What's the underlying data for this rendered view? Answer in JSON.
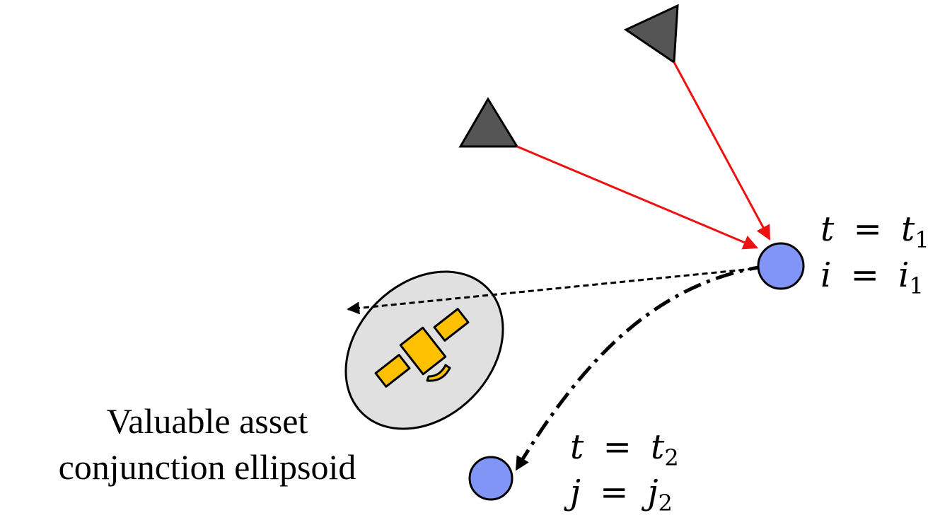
{
  "asset_label": {
    "line1": "Valuable asset",
    "line2": "conjunction ellipsoid"
  },
  "node_1": {
    "t_var": "t",
    "t_sub": "1",
    "i_var": "i",
    "i_sub": "1",
    "t_base": "t",
    "i_base": "i",
    "equals": "="
  },
  "node_2": {
    "t_var": "t",
    "t_sub": "2",
    "j_var": "j",
    "j_sub": "2",
    "t_base": "t",
    "j_base": "j",
    "equals": "="
  },
  "colors": {
    "sensor_fill": "#555555",
    "observation_line": "#ee1111",
    "node_fill": "#8095f5",
    "ellipse_fill": "#e0e0e0",
    "satellite_fill": "#ffc000",
    "trajectory": "#000000"
  },
  "icons": [
    "sensor-triangle-icon",
    "satellite-icon",
    "debris-node-icon"
  ]
}
